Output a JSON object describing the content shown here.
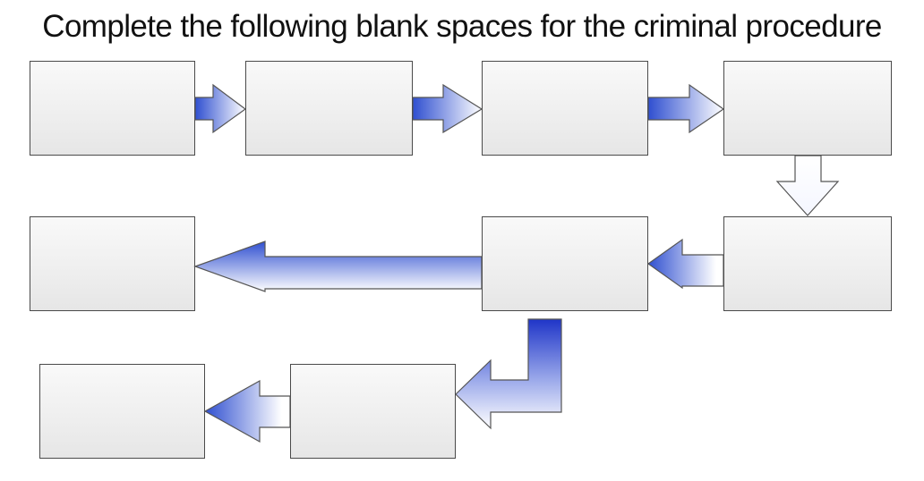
{
  "title": "Complete the following blank spaces for the criminal procedure",
  "colors": {
    "arrow_dark": "#2f4fd0",
    "arrow_light": "#ffffff",
    "arrow_stroke": "#555555",
    "box_border": "#4a4a4a",
    "box_fill": "#f2f2f2"
  },
  "diagram": {
    "type": "flowchart",
    "boxes": [
      {
        "id": "step-1",
        "text": ""
      },
      {
        "id": "step-2",
        "text": ""
      },
      {
        "id": "step-3",
        "text": ""
      },
      {
        "id": "step-4",
        "text": ""
      },
      {
        "id": "step-5",
        "text": ""
      },
      {
        "id": "step-6",
        "text": ""
      },
      {
        "id": "step-7",
        "text": ""
      },
      {
        "id": "step-8",
        "text": ""
      },
      {
        "id": "step-9",
        "text": ""
      }
    ],
    "edges": [
      {
        "from": "step-1",
        "to": "step-2"
      },
      {
        "from": "step-2",
        "to": "step-3"
      },
      {
        "from": "step-3",
        "to": "step-4"
      },
      {
        "from": "step-4",
        "to": "step-5"
      },
      {
        "from": "step-5",
        "to": "step-6"
      },
      {
        "from": "step-6",
        "to": "step-7"
      },
      {
        "from": "step-6",
        "to": "step-8"
      },
      {
        "from": "step-8",
        "to": "step-9"
      }
    ]
  }
}
